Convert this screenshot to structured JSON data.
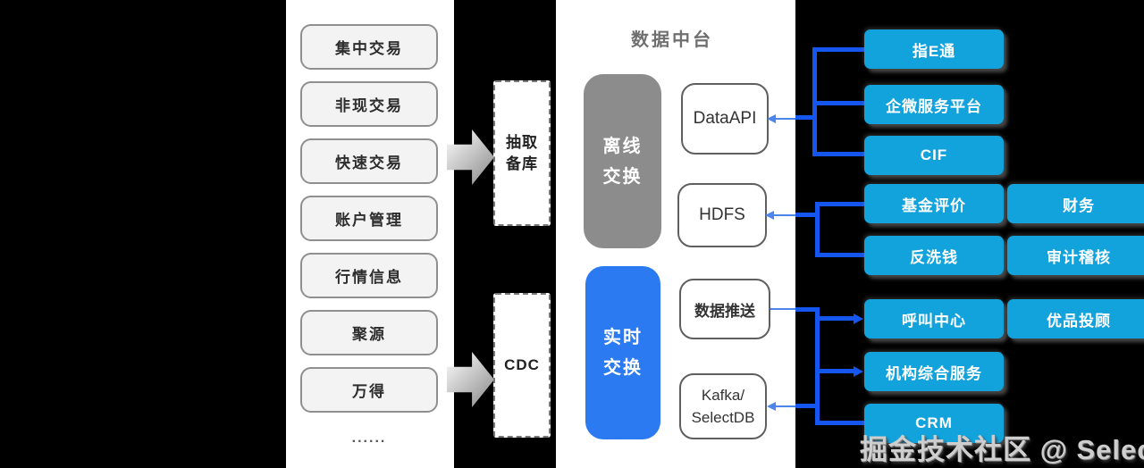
{
  "diagram": {
    "title": "数据中台",
    "watermark": "掘金技术社区 @ SelectDB",
    "source_systems": {
      "items": [
        "集中交易",
        "非现交易",
        "快速交易",
        "账户管理",
        "行情信息",
        "聚源",
        "万得"
      ],
      "more": "......"
    },
    "ingestion": {
      "batch_extract": {
        "line1": "抽取",
        "line2": "备库"
      },
      "cdc": "CDC"
    },
    "platform": {
      "offline_exchange": {
        "line1": "离线",
        "line2": "交换"
      },
      "realtime_exchange": {
        "line1": "实时",
        "line2": "交换"
      },
      "offline_services": [
        "DataAPI",
        "HDFS"
      ],
      "realtime_services": [
        "数据推送"
      ],
      "kafka_selectdb": {
        "line1": "Kafka/",
        "line2": "SelectDB"
      }
    },
    "applications": {
      "column_a": [
        "指E通",
        "企微服务平台",
        "CIF",
        "基金评价",
        "反洗钱",
        "呼叫中心",
        "机构综合服务",
        "CRM"
      ],
      "column_b": [
        "财务",
        "审计稽核",
        "优品投顾"
      ]
    },
    "colors": {
      "app_box": "#12a3dc",
      "realtime_box": "#2b7af2",
      "offline_box": "#8c8c8c",
      "connector_thick": "#1456ee",
      "connector_thin": "#4d86ea",
      "arrow_gray": "#9e9e9e"
    }
  }
}
